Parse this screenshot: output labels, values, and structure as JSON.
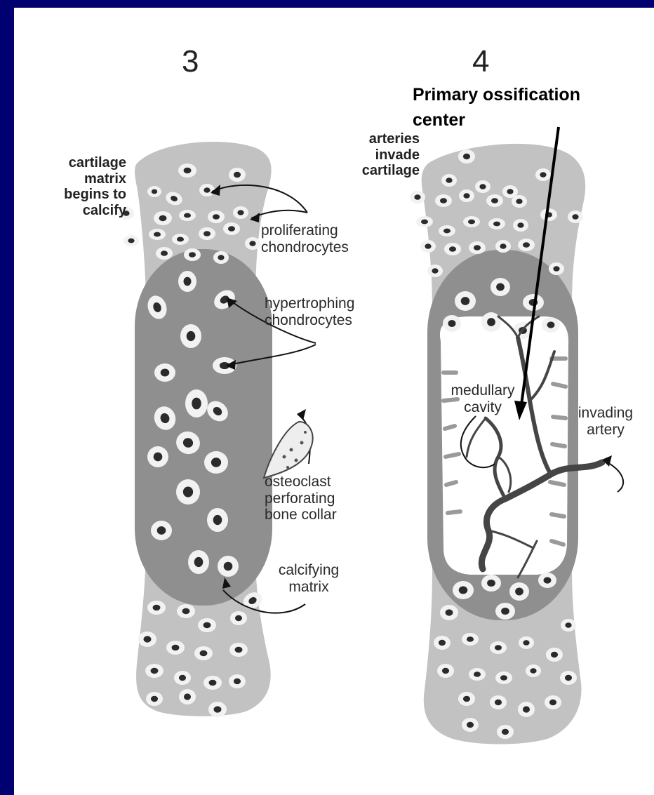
{
  "panel_3": {
    "number": "3",
    "labels": {
      "cartilage_matrix": "cartilage\nmatrix\nbegins to\ncalcify",
      "proliferating": "proliferating\nchondrocytes",
      "hypertrophing": "hypertrophing\nchondrocytes",
      "osteoclast": "osteoclast\nperforating\nbone collar",
      "calcifying": "calcifying\nmatrix"
    }
  },
  "panel_4": {
    "number": "4",
    "labels": {
      "primary": "Primary ossification",
      "center": "center",
      "arteries": "arteries\ninvade\ncartilage",
      "medullary": "medullary\ncavity",
      "invading": "invading\nartery"
    }
  },
  "colors": {
    "frame": "#000070",
    "cartilage": "#c2c2c2",
    "calcified_zone": "#8f8f8f",
    "cell_halo": "#f2f2f2",
    "nucleus": "#2b2b2b",
    "medullary_cavity": "#ffffff",
    "artery": "#454545"
  }
}
